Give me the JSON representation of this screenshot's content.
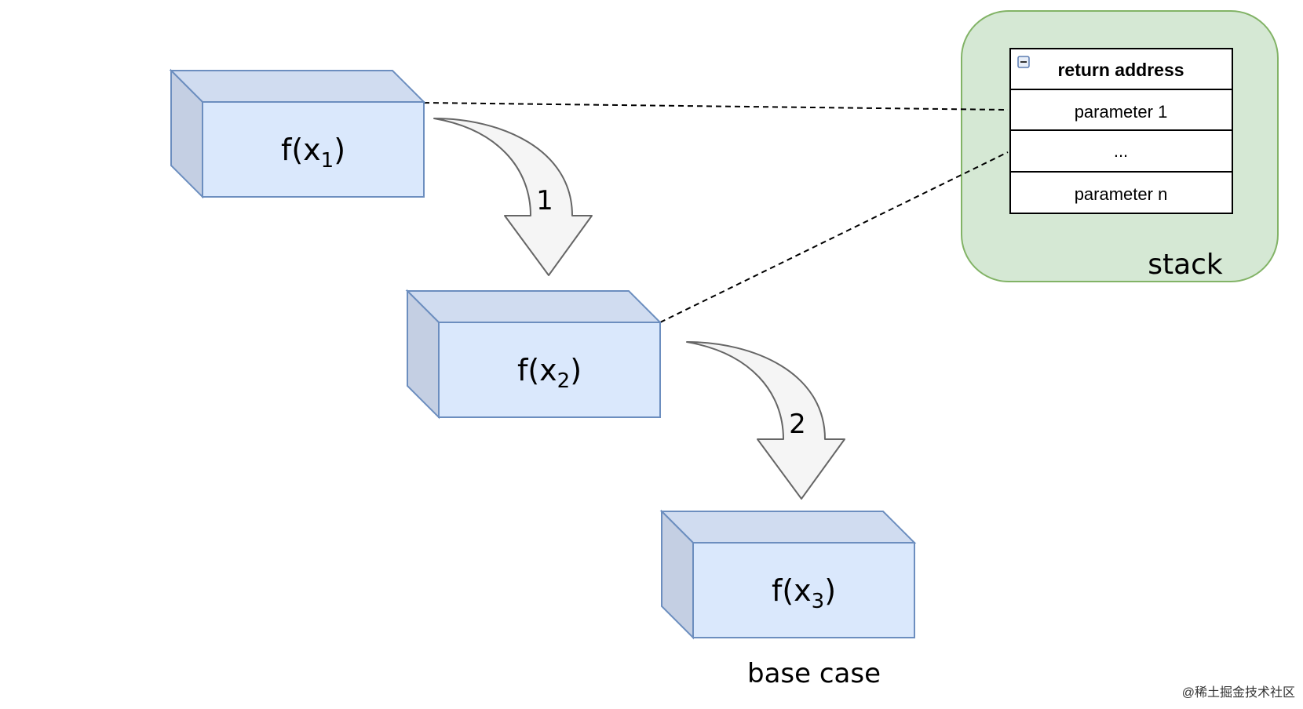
{
  "boxes": [
    {
      "func": "f(x",
      "sub": "1",
      "close": ")"
    },
    {
      "func": "f(x",
      "sub": "2",
      "close": ")"
    },
    {
      "func": "f(x",
      "sub": "3",
      "close": ")"
    }
  ],
  "arrows": [
    {
      "label": "1"
    },
    {
      "label": "2"
    }
  ],
  "base_case_label": "base case",
  "stack": {
    "label": "stack",
    "header": "return address",
    "rows": [
      "parameter 1",
      "...",
      "parameter n"
    ],
    "collapse_icon": "minus-square-icon"
  },
  "watermark": "@稀土掘金技术社区",
  "colors": {
    "box_fill": "#dae8fc",
    "box_stroke": "#6c8ebf",
    "stack_fill": "#d5e8d4",
    "stack_stroke": "#82b366",
    "arrow_fill": "#f5f5f5",
    "arrow_stroke": "#666666"
  }
}
